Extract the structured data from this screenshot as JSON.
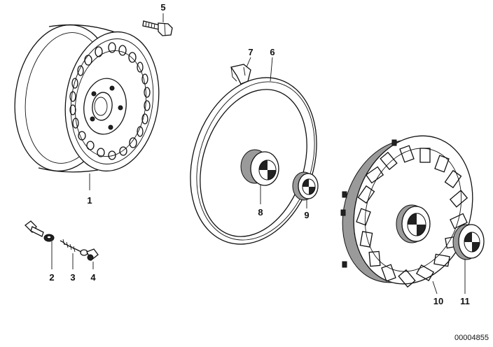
{
  "diagram": {
    "part_labels": {
      "p1": "1",
      "p2": "2",
      "p3": "3",
      "p4": "4",
      "p5": "5",
      "p6": "6",
      "p7": "7",
      "p8": "8",
      "p9": "9",
      "p10": "10",
      "p11": "11"
    },
    "reference_number": "00004855"
  }
}
